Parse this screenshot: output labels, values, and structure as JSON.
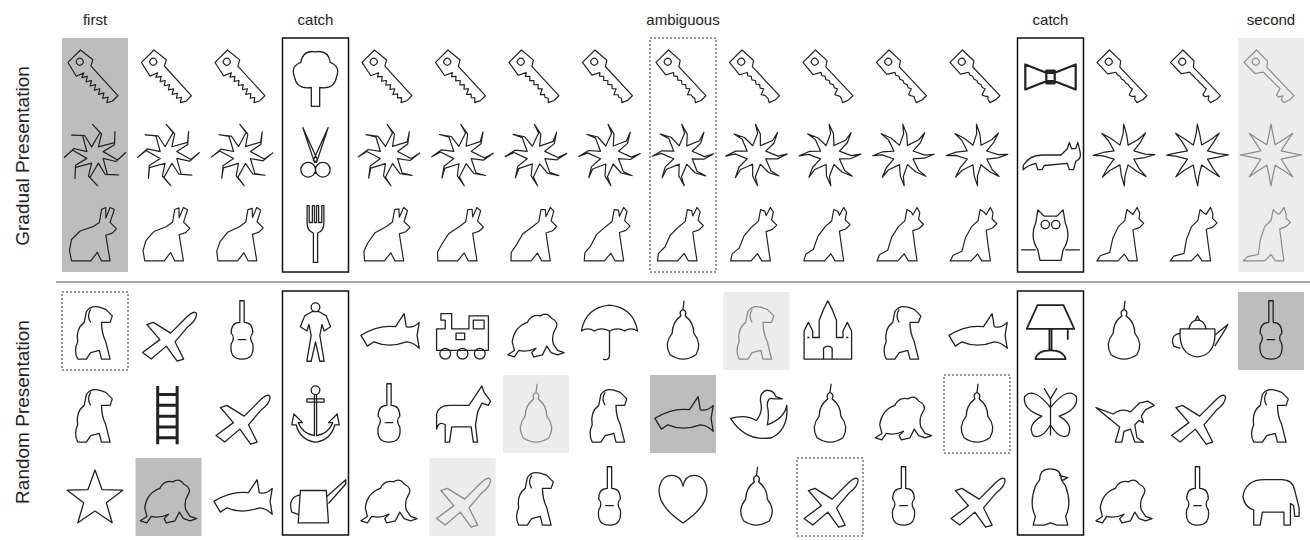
{
  "diagram": {
    "labels": [
      "first",
      "catch",
      "ambiguous",
      "catch",
      "second",
      "Gradual Presentation",
      "Random Presentation"
    ]
  }
}
